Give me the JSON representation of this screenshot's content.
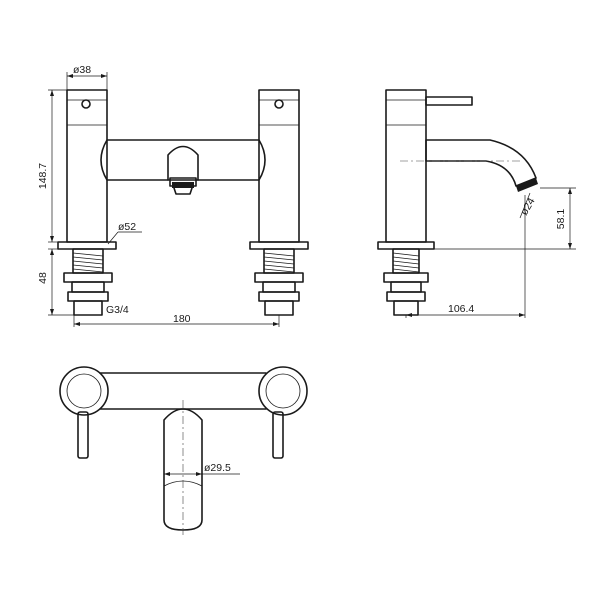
{
  "dimensions": {
    "top_diameter": "ø38",
    "base_diameter": "ø52",
    "height": "148.7",
    "thread_length": "48",
    "thread": "G3/4",
    "centres": "180",
    "outlet_diameter": "ø24",
    "outlet_height": "58.1",
    "projection": "106.4",
    "spout_diameter": "ø29.5"
  }
}
